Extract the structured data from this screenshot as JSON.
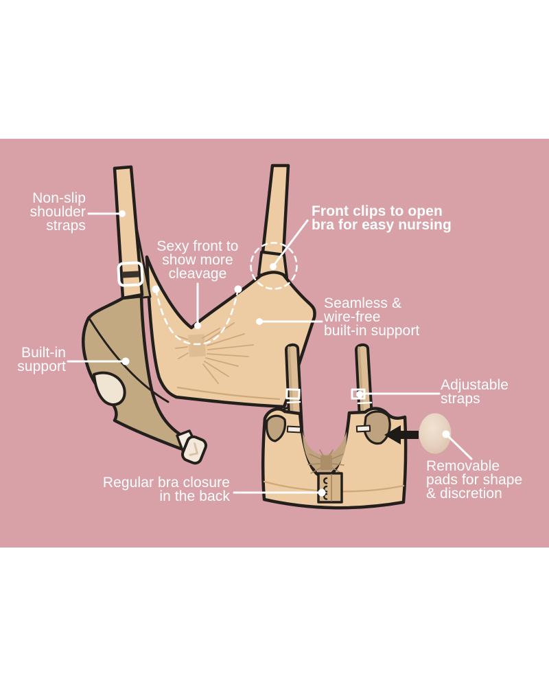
{
  "diagram": {
    "title_semantic": "nursing-bra-features-infographic",
    "labels": {
      "non_slip": "Non-slip\nshoulder\nstraps",
      "sexy_front": "Sexy front to\nshow more\ncleavage",
      "front_clips": "Front clips to open\nbra for easy nursing",
      "seamless": "Seamless &\nwire-free\nbuilt-in support",
      "built_in": "Built-in\nsupport",
      "adjustable": "Adjustable\nstraps",
      "removable": "Removable\npads for shape\n& discretion",
      "closure": "Regular bra closure\nin the back"
    },
    "icons": {
      "arrow_left_icon": "◀"
    },
    "colors": {
      "background_pink": "#d7a1a7",
      "panel_white": "#ffffff",
      "fabric_light": "#edcba3",
      "fabric_mid": "#dcbd95",
      "fabric_dark": "#c3a981",
      "fabric_inner": "#bfa37e",
      "outline": "#231f1c",
      "label_text": "#ffffff",
      "pad_beige": "#e7d2c0"
    }
  }
}
